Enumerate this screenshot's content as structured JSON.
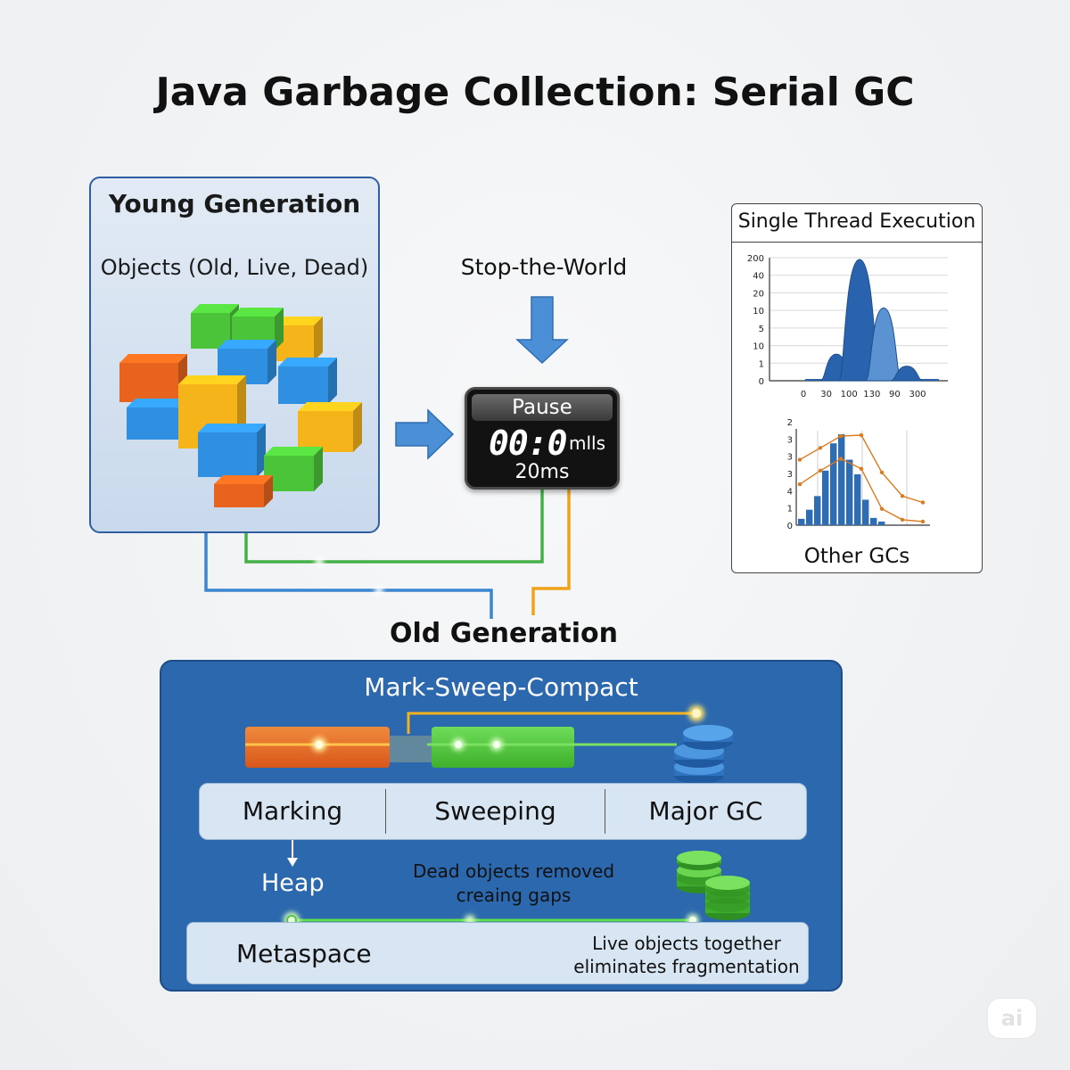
{
  "title": "Java Garbage Collection: Serial GC",
  "young_generation": {
    "title": "Young Generation",
    "subtitle": "Objects (Old, Live, Dead)"
  },
  "stop_the_world": {
    "label": "Stop-the-World",
    "timer_header": "Pause",
    "timer_digits": "00:0",
    "timer_unit": "mlls",
    "timer_value": "20ms"
  },
  "single_thread_panel": {
    "title": "Single Thread Execution",
    "footer": "Other GCs"
  },
  "old_generation": {
    "label": "Old Generation",
    "title": "Mark-Sweep-Compact",
    "phases": [
      "Marking",
      "Sweeping",
      "Major GC"
    ],
    "heap_label": "Heap",
    "dead_objects_text": "Dead objects removed creaing gaps",
    "metaspace_label": "Metaspace",
    "live_objects_text": "Live objects together eliminates fragmentation"
  },
  "watermark": "ai",
  "colors": {
    "panel_blue": "#2c68ad",
    "light_panel": "#d8e5f2",
    "orange": "#e8641e",
    "green": "#4cc43a",
    "yellow": "#f4b41a",
    "bar_blue": "#2e6db4",
    "line_orange": "#dc7a1e"
  },
  "chart_data": [
    {
      "type": "area",
      "title": "Single Thread Execution",
      "x_tick_labels": [
        "0",
        "30",
        "100",
        "130",
        "90",
        "300"
      ],
      "y_tick_labels": [
        "200",
        "40",
        "20",
        "10",
        "5",
        "10",
        "1",
        "0"
      ],
      "peaks": [
        {
          "name": "small",
          "value": 0.22
        },
        {
          "name": "main",
          "value": 1.0
        },
        {
          "name": "secondary",
          "value": 0.6
        },
        {
          "name": "tail",
          "value": 0.12
        }
      ]
    },
    {
      "type": "bar",
      "title": "Other GCs",
      "y_tick_labels": [
        "2",
        "3",
        "3",
        "3",
        "4",
        "1",
        "0"
      ],
      "values": [
        0.07,
        0.17,
        0.32,
        0.6,
        0.9,
        1.0,
        0.72,
        0.56,
        0.28,
        0.08,
        0.04
      ],
      "series_lines": [
        [
          0.72,
          0.85,
          0.98,
          0.99,
          0.58,
          0.32,
          0.25
        ],
        [
          0.45,
          0.6,
          0.73,
          0.62,
          0.18,
          0.06,
          0.04
        ]
      ]
    }
  ]
}
